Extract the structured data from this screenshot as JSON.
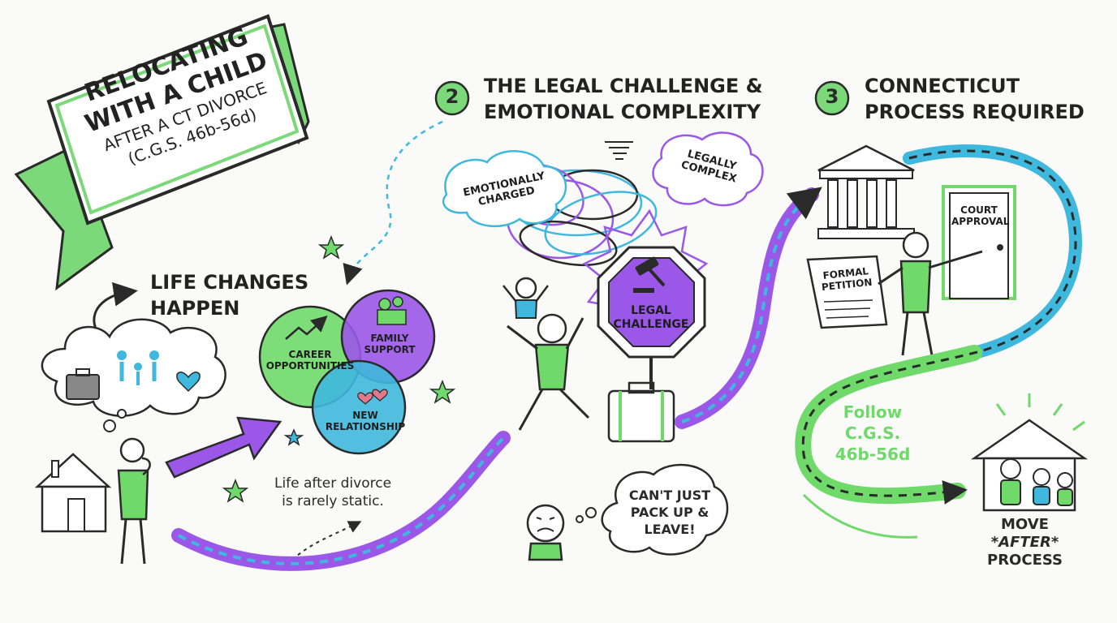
{
  "banner": {
    "line1": "RELOCATING",
    "line2": "WITH A CHILD",
    "line3": "AFTER A CT DIVORCE",
    "line4": "(C.G.S. 46b-56d)"
  },
  "section1": {
    "heading_line1": "LIFE CHANGES",
    "heading_line2": "HAPPEN",
    "circles": [
      {
        "line1": "CAREER",
        "line2": "OPPORTUNITIES"
      },
      {
        "line1": "FAMILY",
        "line2": "SUPPORT"
      },
      {
        "line1": "NEW",
        "line2": "RELATIONSHIP"
      }
    ],
    "caption_line1": "Life after divorce",
    "caption_line2": "is rarely static."
  },
  "section2": {
    "number": "2",
    "heading_line1": "THE LEGAL CHALLENGE &",
    "heading_line2": "EMOTIONAL COMPLEXITY",
    "cloud_left_line1": "EMOTIONALLY",
    "cloud_left_line2": "CHARGED",
    "cloud_right_line1": "LEGALLY",
    "cloud_right_line2": "COMPLEX",
    "sign_line1": "LEGAL",
    "sign_line2": "CHALLENGE",
    "bubble_line1": "CAN'T JUST",
    "bubble_line2": "PACK UP &",
    "bubble_line3": "LEAVE!"
  },
  "section3": {
    "number": "3",
    "heading_line1": "CONNECTICUT",
    "heading_line2": "PROCESS REQUIRED",
    "door_line1": "COURT",
    "door_line2": "APPROVAL",
    "petition_line1": "FORMAL",
    "petition_line2": "PETITION",
    "road_line1": "Follow",
    "road_line2": "C.G.S.",
    "road_line3": "46b-56d",
    "move_line1": "MOVE",
    "move_line2": "*AFTER*",
    "move_line3": "PROCESS"
  },
  "colors": {
    "green": "#6fd96a",
    "purple": "#9a57e8",
    "blue": "#3fb8dd",
    "dark": "#2a2a2a"
  }
}
